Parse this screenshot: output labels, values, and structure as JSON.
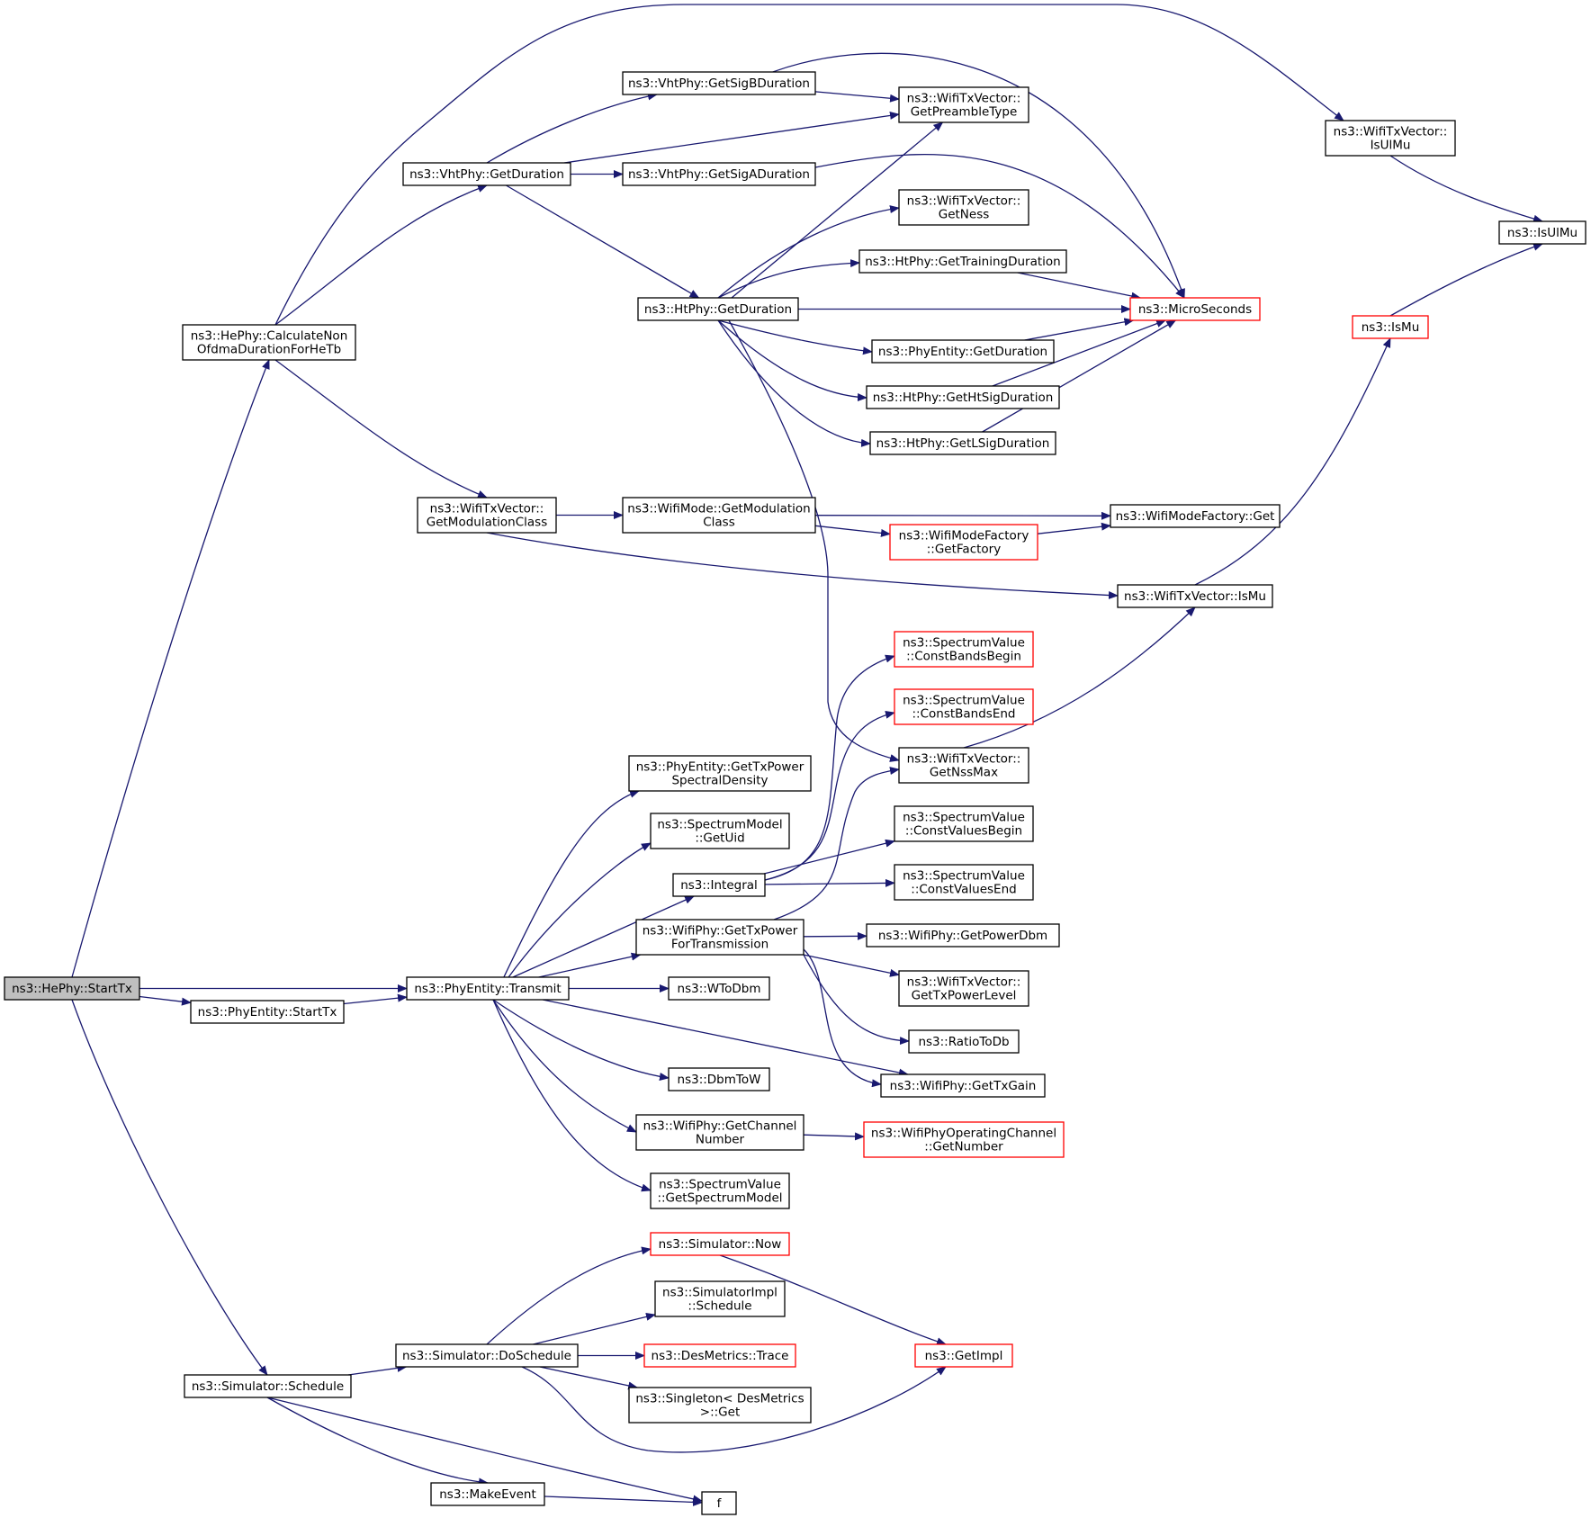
{
  "graph": {
    "title": "",
    "colors": {
      "edge": "#191970",
      "box_border": "#000000",
      "truncated_border": "#ff0000",
      "root_fill": "#bfbfbf"
    },
    "nodes": [
      {
        "id": "n0",
        "lines": [
          "ns3::HePhy::StartTx"
        ],
        "root": true
      },
      {
        "id": "n1",
        "lines": [
          "ns3::HePhy::CalculateNon",
          "OfdmaDurationForHeTb"
        ]
      },
      {
        "id": "n2",
        "lines": [
          "ns3::PhyEntity::StartTx"
        ]
      },
      {
        "id": "n3",
        "lines": [
          "ns3::PhyEntity::Transmit"
        ]
      },
      {
        "id": "n4",
        "lines": [
          "ns3::Simulator::Schedule"
        ]
      },
      {
        "id": "n5",
        "lines": [
          "ns3::VhtPhy::GetDuration"
        ]
      },
      {
        "id": "n6",
        "lines": [
          "ns3::WifiTxVector::",
          "GetModulationClass"
        ]
      },
      {
        "id": "n7",
        "lines": [
          "ns3::Simulator::DoSchedule"
        ]
      },
      {
        "id": "n8",
        "lines": [
          "ns3::MakeEvent"
        ]
      },
      {
        "id": "n9",
        "lines": [
          "ns3::VhtPhy::GetSigBDuration"
        ]
      },
      {
        "id": "n10",
        "lines": [
          "ns3::VhtPhy::GetSigADuration"
        ]
      },
      {
        "id": "n11",
        "lines": [
          "ns3::HtPhy::GetDuration"
        ]
      },
      {
        "id": "n12",
        "lines": [
          "ns3::WifiMode::GetModulation",
          "Class"
        ]
      },
      {
        "id": "n13",
        "lines": [
          "ns3::PhyEntity::GetTxPower",
          "SpectralDensity"
        ]
      },
      {
        "id": "n14",
        "lines": [
          "ns3::SpectrumModel",
          "::GetUid"
        ]
      },
      {
        "id": "n15",
        "lines": [
          "ns3::Integral"
        ]
      },
      {
        "id": "n16",
        "lines": [
          "ns3::WifiPhy::GetTxPower",
          "ForTransmission"
        ]
      },
      {
        "id": "n17",
        "lines": [
          "ns3::WToDbm"
        ]
      },
      {
        "id": "n18",
        "lines": [
          "ns3::DbmToW"
        ]
      },
      {
        "id": "n19",
        "lines": [
          "ns3::WifiPhy::GetChannel",
          "Number"
        ]
      },
      {
        "id": "n20",
        "lines": [
          "ns3::SpectrumValue",
          "::GetSpectrumModel"
        ]
      },
      {
        "id": "n21",
        "lines": [
          "ns3::Simulator::Now"
        ],
        "truncated": true
      },
      {
        "id": "n22",
        "lines": [
          "ns3::SimulatorImpl",
          "::Schedule"
        ]
      },
      {
        "id": "n23",
        "lines": [
          "ns3::DesMetrics::Trace"
        ],
        "truncated": true
      },
      {
        "id": "n24",
        "lines": [
          "ns3::Singleton< DesMetrics",
          ">::Get"
        ]
      },
      {
        "id": "n25",
        "lines": [
          "f"
        ]
      },
      {
        "id": "n26",
        "lines": [
          "ns3::WifiTxVector::",
          "GetPreambleType"
        ]
      },
      {
        "id": "n27",
        "lines": [
          "ns3::WifiTxVector::",
          "GetNess"
        ]
      },
      {
        "id": "n28",
        "lines": [
          "ns3::HtPhy::GetTrainingDuration"
        ]
      },
      {
        "id": "n29",
        "lines": [
          "ns3::PhyEntity::GetDuration"
        ]
      },
      {
        "id": "n30",
        "lines": [
          "ns3::HtPhy::GetHtSigDuration"
        ]
      },
      {
        "id": "n31",
        "lines": [
          "ns3::HtPhy::GetLSigDuration"
        ]
      },
      {
        "id": "n32",
        "lines": [
          "ns3::WifiModeFactory",
          "::GetFactory"
        ],
        "truncated": true
      },
      {
        "id": "n33",
        "lines": [
          "ns3::SpectrumValue",
          "::ConstBandsBegin"
        ],
        "truncated": true
      },
      {
        "id": "n34",
        "lines": [
          "ns3::SpectrumValue",
          "::ConstBandsEnd"
        ],
        "truncated": true
      },
      {
        "id": "n35",
        "lines": [
          "ns3::WifiTxVector::",
          "GetNssMax"
        ]
      },
      {
        "id": "n36",
        "lines": [
          "ns3::SpectrumValue",
          "::ConstValuesBegin"
        ]
      },
      {
        "id": "n37",
        "lines": [
          "ns3::SpectrumValue",
          "::ConstValuesEnd"
        ]
      },
      {
        "id": "n38",
        "lines": [
          "ns3::WifiPhy::GetPowerDbm"
        ]
      },
      {
        "id": "n39",
        "lines": [
          "ns3::WifiTxVector::",
          "GetTxPowerLevel"
        ]
      },
      {
        "id": "n40",
        "lines": [
          "ns3::RatioToDb"
        ]
      },
      {
        "id": "n41",
        "lines": [
          "ns3::WifiPhy::GetTxGain"
        ]
      },
      {
        "id": "n42",
        "lines": [
          "ns3::WifiPhyOperatingChannel",
          "::GetNumber"
        ],
        "truncated": true
      },
      {
        "id": "n43",
        "lines": [
          "ns3::GetImpl"
        ],
        "truncated": true
      },
      {
        "id": "n44",
        "lines": [
          "ns3::MicroSeconds"
        ],
        "truncated": true
      },
      {
        "id": "n45",
        "lines": [
          "ns3::WifiModeFactory::Get"
        ]
      },
      {
        "id": "n46",
        "lines": [
          "ns3::WifiTxVector::IsMu"
        ]
      },
      {
        "id": "n47",
        "lines": [
          "ns3::WifiTxVector::",
          "IsUlMu"
        ]
      },
      {
        "id": "n48",
        "lines": [
          "ns3::IsMu"
        ],
        "truncated": true
      },
      {
        "id": "n49",
        "lines": [
          "ns3::IsUlMu"
        ]
      }
    ],
    "edges": [
      [
        "n0",
        "n1"
      ],
      [
        "n0",
        "n3"
      ],
      [
        "n0",
        "n2"
      ],
      [
        "n0",
        "n4"
      ],
      [
        "n1",
        "n47"
      ],
      [
        "n1",
        "n5"
      ],
      [
        "n1",
        "n6"
      ],
      [
        "n2",
        "n3"
      ],
      [
        "n3",
        "n13"
      ],
      [
        "n3",
        "n14"
      ],
      [
        "n3",
        "n15"
      ],
      [
        "n3",
        "n16"
      ],
      [
        "n3",
        "n17"
      ],
      [
        "n3",
        "n41"
      ],
      [
        "n3",
        "n18"
      ],
      [
        "n3",
        "n19"
      ],
      [
        "n3",
        "n20"
      ],
      [
        "n4",
        "n7"
      ],
      [
        "n4",
        "n8"
      ],
      [
        "n4",
        "n25"
      ],
      [
        "n5",
        "n9"
      ],
      [
        "n5",
        "n26"
      ],
      [
        "n5",
        "n10"
      ],
      [
        "n5",
        "n11"
      ],
      [
        "n6",
        "n12"
      ],
      [
        "n6",
        "n46"
      ],
      [
        "n7",
        "n21"
      ],
      [
        "n7",
        "n22"
      ],
      [
        "n7",
        "n23"
      ],
      [
        "n7",
        "n24"
      ],
      [
        "n7",
        "n43"
      ],
      [
        "n8",
        "n25"
      ],
      [
        "n9",
        "n44"
      ],
      [
        "n9",
        "n26"
      ],
      [
        "n10",
        "n44"
      ],
      [
        "n11",
        "n26"
      ],
      [
        "n11",
        "n27"
      ],
      [
        "n11",
        "n28"
      ],
      [
        "n11",
        "n44"
      ],
      [
        "n11",
        "n29"
      ],
      [
        "n11",
        "n30"
      ],
      [
        "n11",
        "n31"
      ],
      [
        "n11",
        "n35"
      ],
      [
        "n12",
        "n45"
      ],
      [
        "n12",
        "n32"
      ],
      [
        "n15",
        "n33"
      ],
      [
        "n15",
        "n34"
      ],
      [
        "n15",
        "n36"
      ],
      [
        "n15",
        "n37"
      ],
      [
        "n16",
        "n35"
      ],
      [
        "n16",
        "n38"
      ],
      [
        "n16",
        "n39"
      ],
      [
        "n16",
        "n40"
      ],
      [
        "n16",
        "n41"
      ],
      [
        "n19",
        "n42"
      ],
      [
        "n21",
        "n43"
      ],
      [
        "n28",
        "n44"
      ],
      [
        "n29",
        "n44"
      ],
      [
        "n30",
        "n44"
      ],
      [
        "n31",
        "n44"
      ],
      [
        "n32",
        "n45"
      ],
      [
        "n35",
        "n46"
      ],
      [
        "n46",
        "n48"
      ],
      [
        "n47",
        "n49"
      ],
      [
        "n48",
        "n49"
      ]
    ]
  }
}
